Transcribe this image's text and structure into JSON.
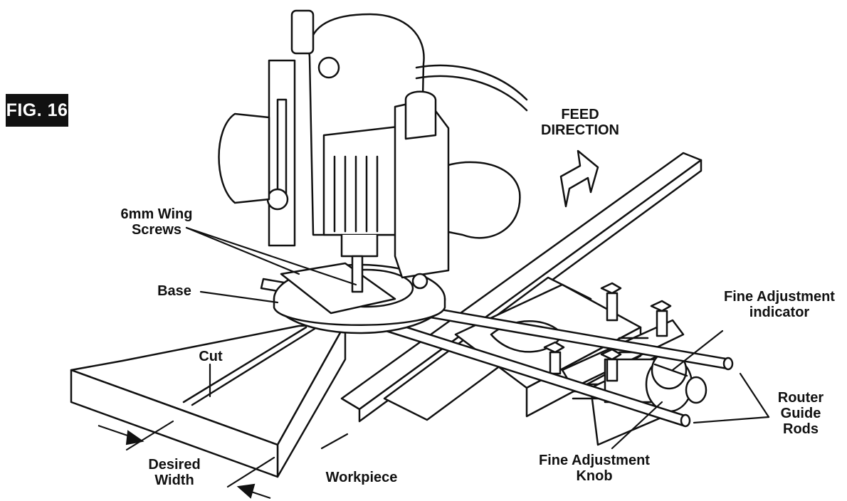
{
  "figure": {
    "badge": "FIG. 16",
    "labels": {
      "feed_direction": [
        "FEED",
        "DIRECTION"
      ],
      "wing_screws": [
        "6mm Wing",
        "Screws"
      ],
      "base": "Base",
      "cut": "Cut",
      "desired_width": [
        "Desired",
        "Width"
      ],
      "workpiece": "Workpiece",
      "fine_adjustment_indicator": [
        "Fine Adjustment",
        "indicator"
      ],
      "router_guide_rods": [
        "Router",
        "Guide",
        "Rods"
      ],
      "fine_adjustment_knob": [
        "Fine Adjustment",
        "Knob"
      ]
    }
  }
}
